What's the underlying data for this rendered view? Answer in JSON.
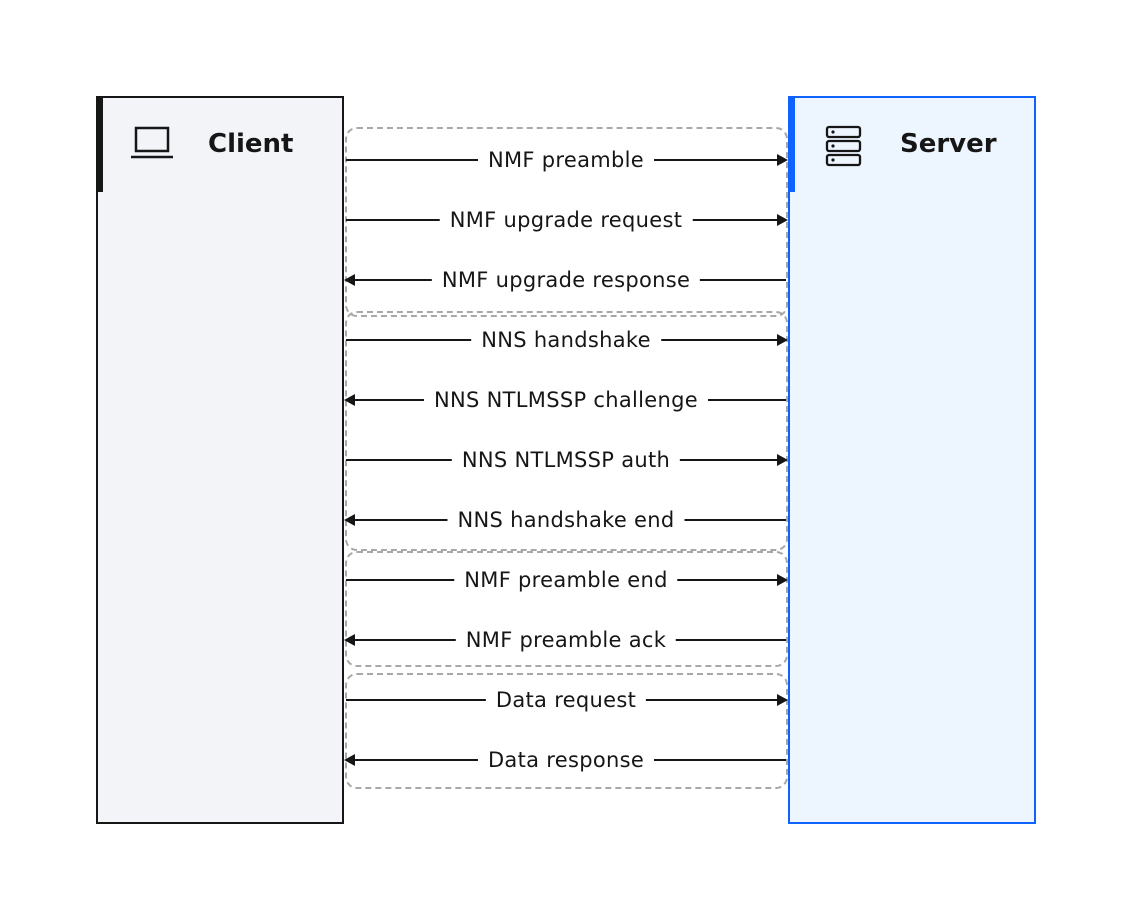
{
  "client": {
    "label": "Client",
    "icon": "laptop-icon"
  },
  "server": {
    "label": "Server",
    "icon": "server-icon"
  },
  "groups": [
    "nmf-negotiation",
    "nns-handshake",
    "nmf-preamble-end",
    "data-exchange"
  ],
  "messages": [
    {
      "label": "NMF preamble",
      "direction": "client-to-server"
    },
    {
      "label": "NMF upgrade request",
      "direction": "client-to-server"
    },
    {
      "label": "NMF upgrade response",
      "direction": "server-to-client"
    },
    {
      "label": "NNS handshake",
      "direction": "client-to-server"
    },
    {
      "label": "NNS NTLMSSP challenge",
      "direction": "server-to-client"
    },
    {
      "label": "NNS NTLMSSP auth",
      "direction": "client-to-server"
    },
    {
      "label": "NNS handshake end",
      "direction": "server-to-client"
    },
    {
      "label": "NMF preamble end",
      "direction": "client-to-server"
    },
    {
      "label": "NMF preamble ack",
      "direction": "server-to-client"
    },
    {
      "label": "Data request",
      "direction": "client-to-server"
    },
    {
      "label": "Data response",
      "direction": "server-to-client"
    }
  ],
  "colors": {
    "client_border": "#161616",
    "client_fill": "#f2f4f8",
    "server_border": "#0f62fe",
    "server_fill": "#edf5ff",
    "group_border": "#a8a8a8"
  }
}
